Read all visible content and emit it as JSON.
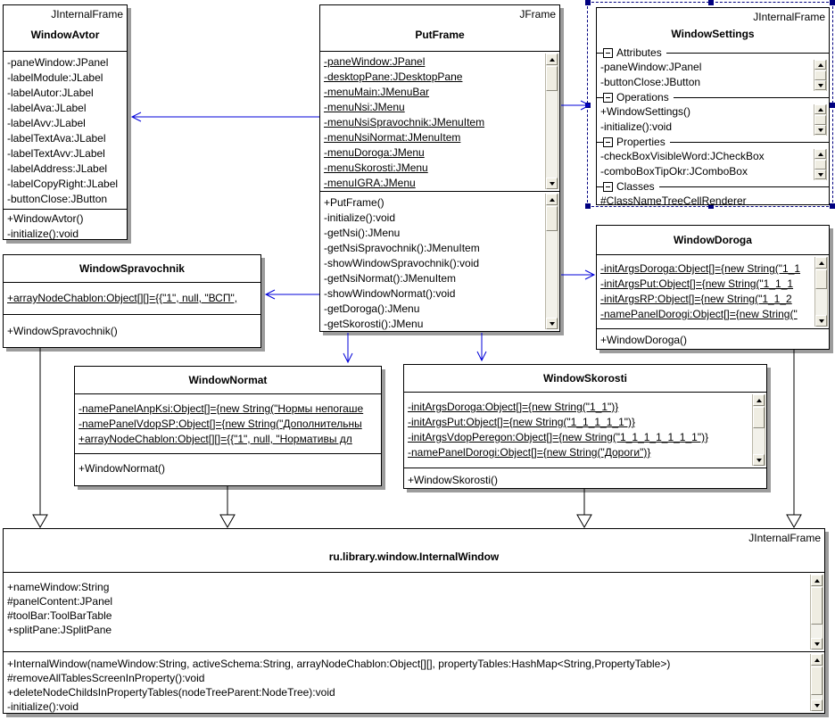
{
  "colors": {
    "connector_blue": "#0000d8",
    "selection_navy": "#000080",
    "box_shadow_gray": "#9c9c9c",
    "box_border": "#000000",
    "background": "#ffffff"
  },
  "classes": {
    "window_avtor": {
      "stereotype": "JInternalFrame",
      "name": "WindowAvtor",
      "attributes": [
        "-paneWindow:JPanel",
        "-labelModule:JLabel",
        "-labelAutor:JLabel",
        "-labelAva:JLabel",
        "-labelAvv:JLabel",
        "-labelTextAva:JLabel",
        "-labelTextAvv:JLabel",
        "-labelAddress:JLabel",
        "-labelCopyRight:JLabel",
        "-buttonClose:JButton"
      ],
      "operations": [
        "+WindowAvtor()",
        "-initialize():void"
      ]
    },
    "put_frame": {
      "stereotype": "JFrame",
      "name": "PutFrame",
      "attributes": [
        "-paneWindow:JPanel",
        "-desktopPane:JDesktopPane",
        "-menuMain:JMenuBar",
        "-menuNsi:JMenu",
        "-menuNsiSpravochnik:JMenuItem",
        "-menuNsiNormat:JMenuItem",
        "-menuDoroga:JMenu",
        "-menuSkorosti:JMenu",
        "-menuIGRA:JMenu"
      ],
      "operations": [
        "+PutFrame()",
        "-initialize():void",
        "-getNsi():JMenu",
        "-getNsiSpravochnik():JMenuItem",
        "-showWindowSpravochnik():void",
        "-getNsiNormat():JMenuItem",
        "-showWindowNormat():void",
        "-getDoroga():JMenu",
        "-getSkorosti():JMenu"
      ]
    },
    "window_settings": {
      "stereotype": "JInternalFrame",
      "name": "WindowSettings",
      "sections": [
        {
          "label": "Attributes",
          "items": [
            "-paneWindow:JPanel",
            "-buttonClose:JButton"
          ]
        },
        {
          "label": "Operations",
          "items": [
            "+WindowSettings()",
            "-initialize():void"
          ]
        },
        {
          "label": "Properties",
          "items": [
            "-checkBoxVisibleWord:JCheckBox",
            "-comboBoxTipOkr:JComboBox"
          ]
        },
        {
          "label": "Classes",
          "items": [
            "#ClassNameTreeCellRenderer"
          ]
        }
      ]
    },
    "window_doroga": {
      "name": "WindowDoroga",
      "attributes": [
        "-initArgsDoroga:Object[]={new String(\"1_1",
        "-initArgsPut:Object[]={new String(\"1_1_1",
        "-initArgsRP:Object[]={new String(\"1_1_2",
        "-namePanelDorogi:Object[]={new String(\""
      ],
      "operations": [
        "+WindowDoroga()"
      ]
    },
    "window_spravochnik": {
      "name": "WindowSpravochnik",
      "attributes": [
        "+arrayNodeChablon:Object[][]={{\"1\", null, \"ВСП\","
      ],
      "operations": [
        "+WindowSpravochnik()"
      ]
    },
    "window_normat": {
      "name": "WindowNormat",
      "attributes": [
        "-namePanelAnpKsi:Object[]={new String(\"Нормы непогаше",
        "-namePanelVdopSP:Object[]={new String(\"Дополнительны",
        "+arrayNodeChablon:Object[][]={{\"1\", null, \"Нормативы дл"
      ],
      "operations": [
        "+WindowNormat()"
      ]
    },
    "window_skorosti": {
      "name": "WindowSkorosti",
      "attributes": [
        "-initArgsDoroga:Object[]={new String(\"1_1\")}",
        "-initArgsPut:Object[]={new String(\"1_1_1_1_1\")}",
        "-initArgsVdopPeregon:Object[]={new String(\"1_1_1_1_1_1_1\")}",
        "-namePanelDorogi:Object[]={new String(\"Дороги\")}"
      ],
      "operations": [
        "+WindowSkorosti()"
      ]
    },
    "internal_window": {
      "stereotype": "JInternalFrame",
      "name": "ru.library.window.InternalWindow",
      "attributes": [
        "+nameWindow:String",
        "#panelContent:JPanel",
        "#toolBar:ToolBarTable",
        "+splitPane:JSplitPane"
      ],
      "operations": [
        "+InternalWindow(nameWindow:String, activeSchema:String, arrayNodeChablon:Object[][], propertyTables:HashMap<String,PropertyTable>)",
        "#removeAllTablesScreenInProperty():void",
        "+deleteNodeChildsInPropertyTables(nodeTreeParent:NodeTree):void",
        "-initialize():void"
      ]
    }
  }
}
